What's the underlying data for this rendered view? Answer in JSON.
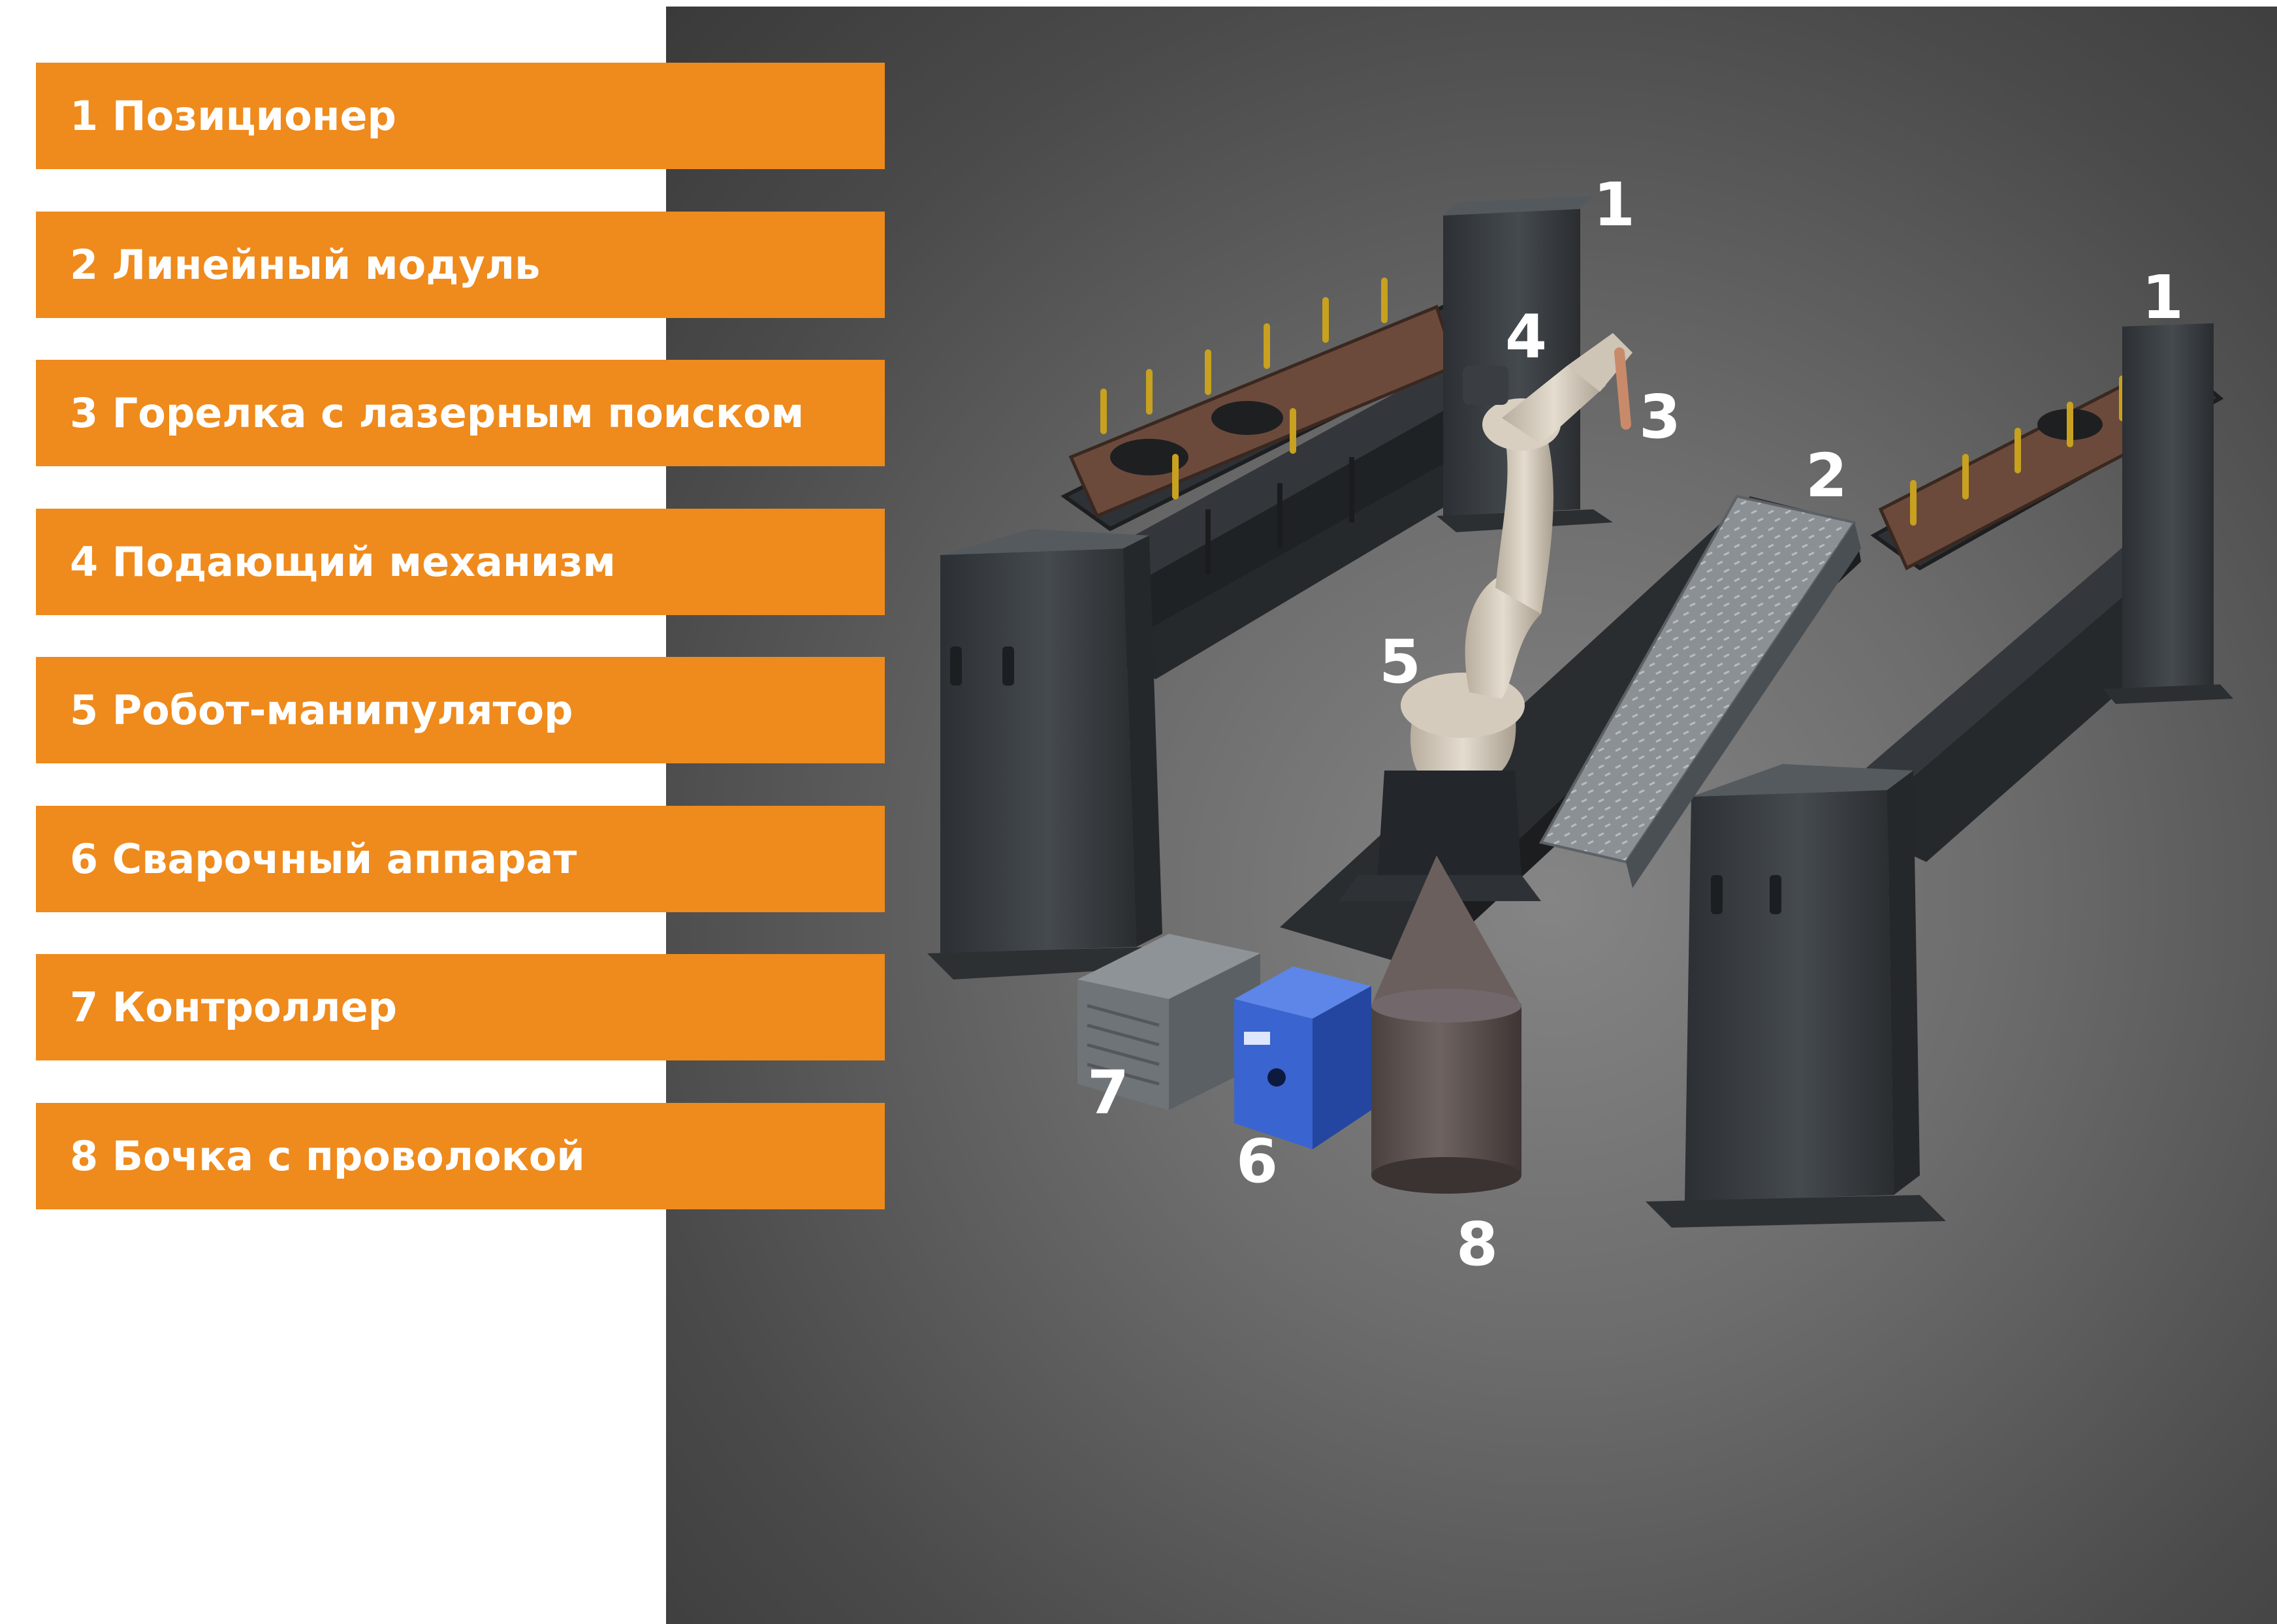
{
  "legend": {
    "items": [
      {
        "label": "1 Позиционер"
      },
      {
        "label": "2 Линейный модуль"
      },
      {
        "label": "3 Горелка с лазерным поиском"
      },
      {
        "label": "4 Подающий механизм"
      },
      {
        "label": "5 Робот-манипулятор"
      },
      {
        "label": "6 Сварочный аппарат"
      },
      {
        "label": "7 Контроллер"
      },
      {
        "label": "8 Бочка с проволокой"
      }
    ]
  },
  "callouts": {
    "positioner_left": "1",
    "positioner_right": "1",
    "linear_module": "2",
    "torch": "3",
    "feeder": "4",
    "robot": "5",
    "welder": "6",
    "controller": "7",
    "wire_drum": "8"
  },
  "colors": {
    "accent": "#ef8a1c",
    "steel": "#3b3f43",
    "robot": "#d9cfc0",
    "welder": "#2f55c0",
    "drum": "#5e5350",
    "fixture": "#6b4a3c"
  }
}
